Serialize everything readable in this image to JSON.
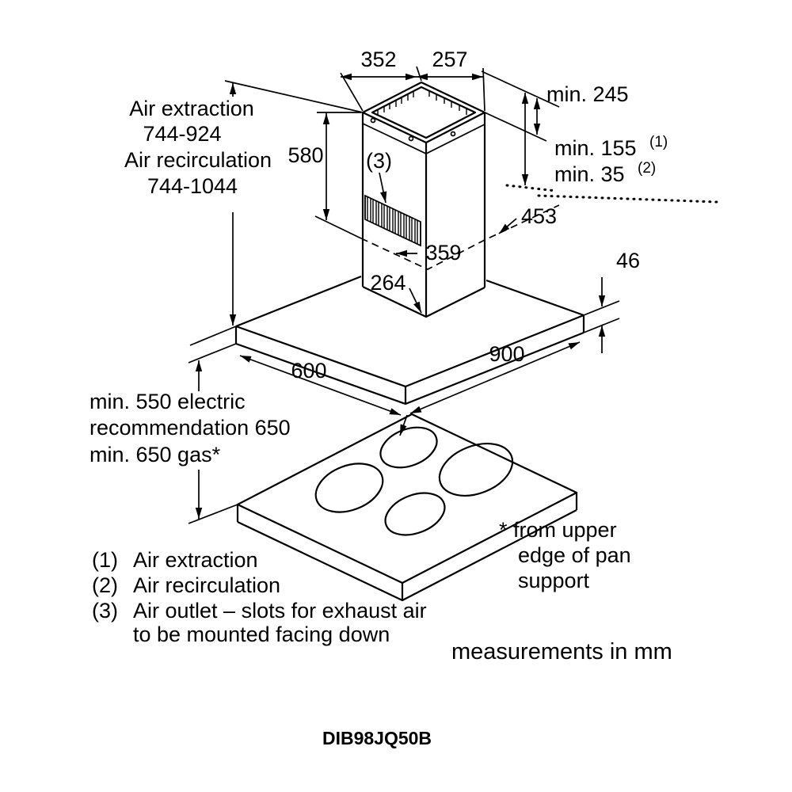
{
  "diagram": {
    "model": "DIB98JQ50B",
    "units_note": "measurements in mm",
    "dimensions": {
      "top_width": "352",
      "top_depth": "257",
      "ceiling_clearance": "min. 245",
      "joint_extraction": "min. 155",
      "joint_extraction_ref": "(1)",
      "joint_recirculation": "min. 35",
      "joint_recirculation_ref": "(2)",
      "chimney_upper": "580",
      "slots_ref": "(3)",
      "lower_chimney_diag": "453",
      "lower_chimney_width": "359",
      "lower_chimney_depth": "264",
      "canopy_thickness": "46",
      "canopy_depth": "600",
      "canopy_width": "900"
    },
    "height_range": {
      "line1": "Air extraction",
      "line2": "744-924",
      "line3": "Air recirculation",
      "line4": "744-1044"
    },
    "hob_clearance": {
      "line1": "min. 550 electric",
      "line2": "recommendation 650",
      "line3": "min. 650 gas*"
    },
    "footnotes": {
      "f1_num": "(1)",
      "f1_text": "Air extraction",
      "f2_num": "(2)",
      "f2_text": "Air recirculation",
      "f3_num": "(3)",
      "f3_text_line1": "Air outlet – slots for exhaust air",
      "f3_text_line2": "to be mounted facing down"
    },
    "pan_note": {
      "line1": "* from upper",
      "line2": "edge of pan",
      "line3": "support"
    }
  }
}
